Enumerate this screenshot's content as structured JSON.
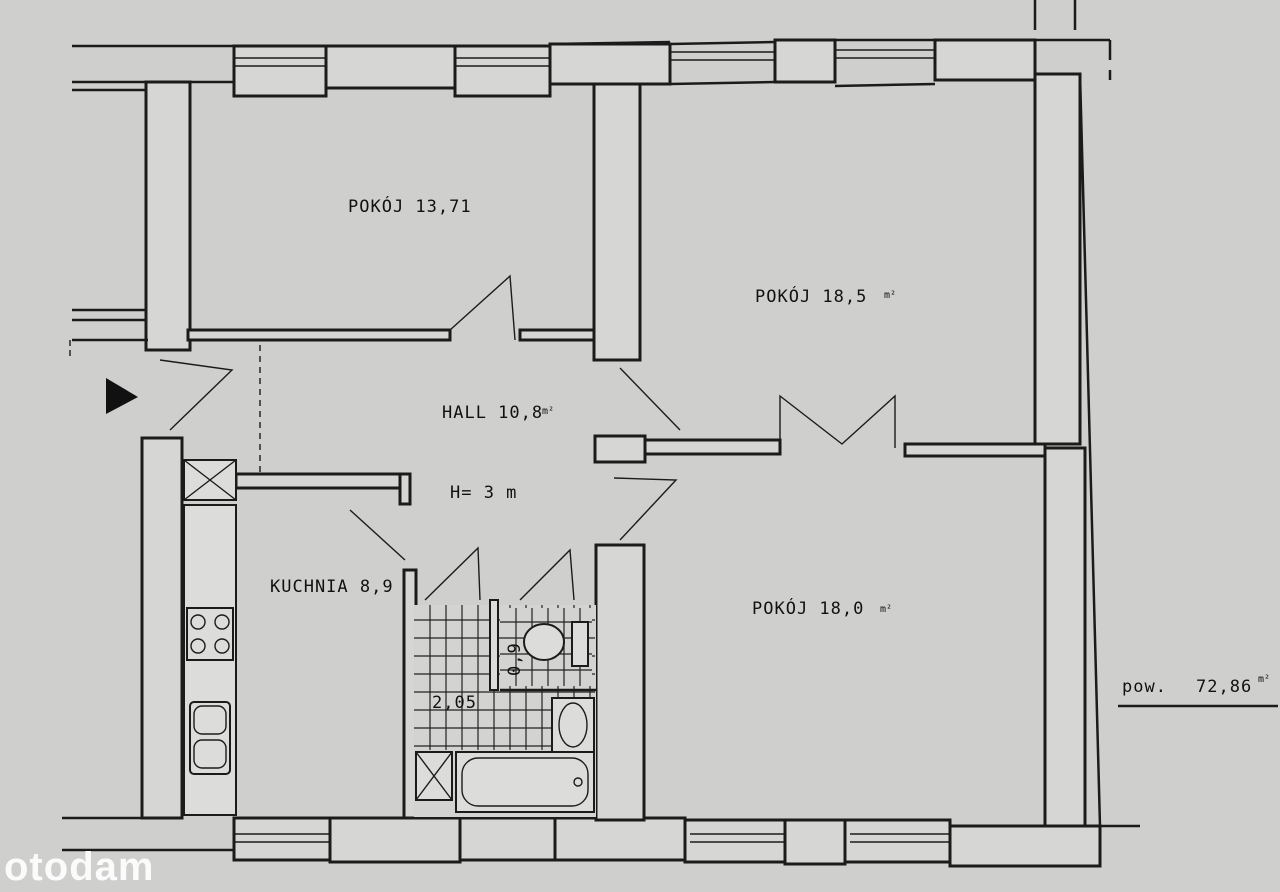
{
  "rooms": {
    "room1": "POKÓJ 13,71",
    "room2": "POKÓJ 18,5",
    "room2_unit": "m²",
    "room3": "POKÓJ 18,0",
    "room3_unit": "m²",
    "hall": "HALL 10,8",
    "hall_unit": "m²",
    "height": "H= 3 m",
    "kitchen": "KUCHNIA 8,9",
    "bathroom": "2,05",
    "wc": "0,9"
  },
  "total": {
    "label": "pow.",
    "value": "72,86",
    "unit": "m²"
  },
  "watermark": "otodam"
}
